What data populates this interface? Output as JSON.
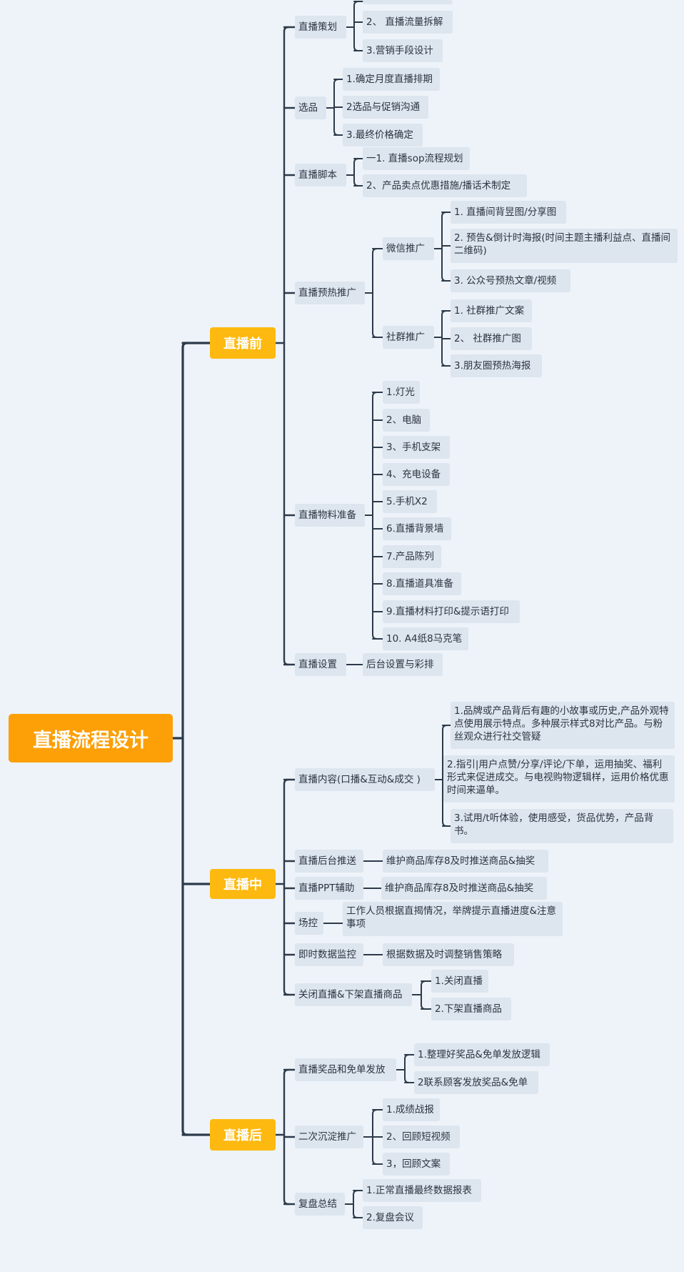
{
  "root": "直播流程设计",
  "before": {
    "label": "直播前",
    "items": [
      {
        "label": "直播策划",
        "children": [
          "2、 直播流量拆解",
          "3.营销手段设计"
        ]
      },
      {
        "label": "选品",
        "children": [
          "1.确定月度直播排期",
          "2选品与促销沟通",
          "3.最终价格确定"
        ]
      },
      {
        "label": "直播脚本",
        "children": [
          "一1. 直播sop流程规划",
          "2、产品卖点优惠措施/播话术制定"
        ]
      },
      {
        "label": "直播预热推广",
        "groups": [
          {
            "label": "微信推广",
            "children": [
              "1.  直播间背昱图/分享图",
              "2.   预告&倒计时海报(时间主题主播利益点、直播间二维码)",
              "3.   公众号预热文章/视频"
            ]
          },
          {
            "label": "社群推广",
            "children": [
              "1. 社群推广文案",
              "2、  社群推广图",
              "3.朋友圈预热海报"
            ]
          }
        ]
      },
      {
        "label": "直播物料准备",
        "children": [
          "1.灯光",
          "2、电脑",
          "3、手机支架",
          "4、充电设备",
          "5.手机X2",
          "6.直播背景墙",
          "7.产品陈列",
          "8.直播道具准备",
          "9.直播材料打印&提示语打印",
          "10. A4纸8马克笔"
        ]
      },
      {
        "label": "直播设置",
        "children": [
          "后台设置与彩排"
        ]
      }
    ]
  },
  "during": {
    "label": "直播中",
    "items": [
      {
        "label": "直播内容(口播&互动&成交 )",
        "children": [
          "1.品牌或产品背后有趣的小故事或历史,产品外观特点使用展示特点。多种展示样式8对比产品。与粉丝观众进行社交管疑",
          "2.指引|用户点赞/分享/评论/下单，运用抽奖、福利形式来促进成交。与电视购物逻辑样，运用价格优惠时间来逼单。",
          "3.试用/t听体验，使用感受，货品优势，产品背书。"
        ]
      },
      {
        "label": "直播后台推送",
        "children": [
          "维护商品库存8及时推送商品&抽奖"
        ]
      },
      {
        "label": "直播PPT辅助",
        "children": [
          "维护商品库存8及时推送商品&抽奖"
        ]
      },
      {
        "label": "场控",
        "children": [
          "工作人员根据直揭情况，举牌提示直播进度&注意事项"
        ]
      },
      {
        "label": "即时数据监控",
        "children": [
          "根据数据及时调整销售策略"
        ]
      },
      {
        "label": "关闭直播&下架直播商品",
        "children": [
          "1.关闭直播",
          "2.下架直播商品"
        ]
      }
    ]
  },
  "after": {
    "label": "直播后",
    "items": [
      {
        "label": "直播奖品和免单发放",
        "children": [
          "1.整理好奖品&免单发放逻辑",
          "2联系顾客发放奖品&免单"
        ]
      },
      {
        "label": "二次沉淀推广",
        "children": [
          "1.成绩战报",
          "2、回顾短视频",
          "3，回顾文案"
        ]
      },
      {
        "label": "复盘总结",
        "children": [
          "1.正常直播最终数据报表",
          "2.复盘会议"
        ]
      }
    ]
  }
}
